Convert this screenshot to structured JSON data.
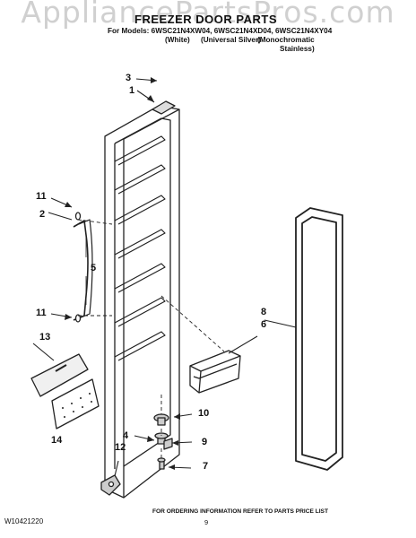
{
  "watermark": "AppliancePartsPros.com",
  "header": {
    "title": "FREEZER DOOR PARTS",
    "models_line": "For Models: 6WSC21N4XW04, 6WSC21N4XD04, 6WSC21N4XY04",
    "finishes": [
      "(White)",
      "(Universal Silver)",
      "(Monochromatic",
      "Stainless)"
    ]
  },
  "callouts": [
    "3",
    "1",
    "11",
    "2",
    "5",
    "11",
    "13",
    "14",
    "8",
    "6",
    "10",
    "4",
    "9",
    "12",
    "7"
  ],
  "footer": {
    "ordering_note": "FOR ORDERING INFORMATION REFER TO PARTS PRICE LIST",
    "doc_number": "W10421220",
    "page_number": "9"
  }
}
